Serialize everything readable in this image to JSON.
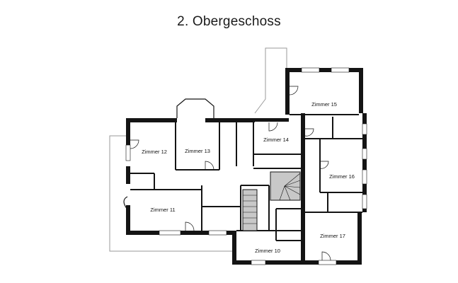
{
  "title": "2. Obergeschoss",
  "colors": {
    "wall": "#141414",
    "thin_line": "#222222",
    "terrace_outline": "#9a9a9a",
    "stair_fill": "#c8c8c8",
    "background": "#ffffff"
  },
  "rooms": [
    {
      "id": "zimmer-10",
      "label": "Zimmer 10"
    },
    {
      "id": "zimmer-11",
      "label": "Zimmer 11"
    },
    {
      "id": "zimmer-12",
      "label": "Zimmer 12"
    },
    {
      "id": "zimmer-13",
      "label": "Zimmer 13"
    },
    {
      "id": "zimmer-14",
      "label": "Zimmer 14"
    },
    {
      "id": "zimmer-15",
      "label": "Zimmer 15"
    },
    {
      "id": "zimmer-16",
      "label": "Zimmer 16"
    },
    {
      "id": "zimmer-17",
      "label": "Zimmer 17"
    }
  ]
}
